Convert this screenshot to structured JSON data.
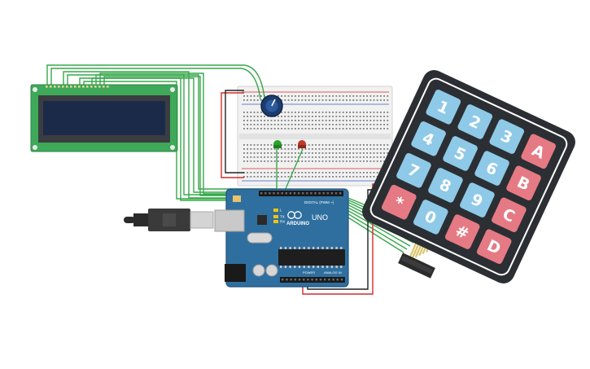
{
  "canvas": {
    "background": "#ffffff"
  },
  "arduino": {
    "brand": "ARDUINO",
    "model": "UNO",
    "digital_label": "DIGITAL (PWM ~)",
    "power_label": "POWER",
    "analog_label": "ANALOG IN",
    "tx_label": "TX",
    "rx_label": "RX",
    "l_label": "L",
    "board_color": "#2f6f9f"
  },
  "keypad": {
    "keys": [
      [
        "1",
        "2",
        "3",
        "A"
      ],
      [
        "4",
        "5",
        "6",
        "B"
      ],
      [
        "7",
        "8",
        "9",
        "C"
      ],
      [
        "*",
        "0",
        "#",
        "D"
      ]
    ],
    "number_key_color": "#8ec9e8",
    "letter_key_color": "#e57a84",
    "frame_color": "#2b2f33"
  },
  "lcd": {
    "screen_color": "#1c2a4a",
    "pcb_color": "#3fa95a"
  },
  "breadboard": {
    "body_color": "#f1f1f1"
  },
  "leds": [
    {
      "color": "#29a329"
    },
    {
      "color": "#c0392b"
    }
  ],
  "wires": {
    "signal_color": "#37a84a",
    "power_color": "#d42b2b",
    "ground_color": "#222222"
  },
  "icons": {
    "potentiometer": "potentiometer-icon",
    "usb_cable": "usb-cable-icon",
    "infinity_logo": "infinity-logo-icon"
  }
}
